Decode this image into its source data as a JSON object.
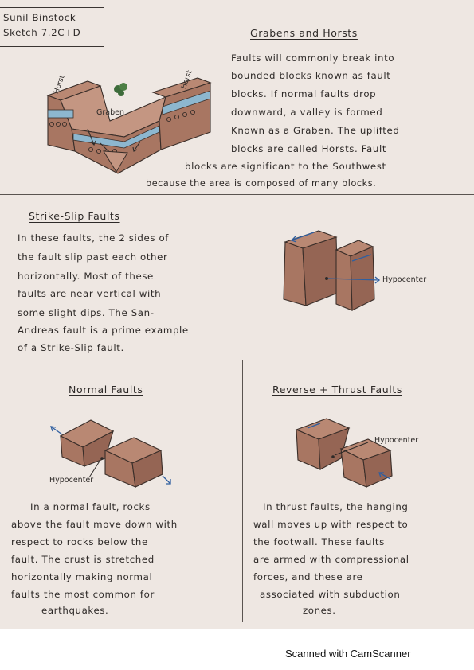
{
  "header": {
    "name": "Sunil Binstock",
    "sketch": "Sketch 7.2C+D"
  },
  "grabens": {
    "title": "Grabens and Horsts",
    "lines": [
      "Faults will commonly break into",
      "bounded blocks known as fault",
      "blocks. If normal faults drop",
      "downward, a valley is formed",
      "Known as a Graben. The uplifted",
      "blocks are called Horsts. Fault",
      "blocks are significant to the Southwest",
      "because the area is composed of many blocks."
    ],
    "labels": {
      "horst_left": "Horst",
      "horst_right": "Horst",
      "graben": "Graben"
    }
  },
  "strike_slip": {
    "title": "Strike-Slip Faults",
    "lines": [
      "In these faults, the 2 sides of",
      "the fault slip past each other",
      "horizontally. Most of these",
      "faults are near vertical with",
      "some slight dips. The San-",
      "Andreas fault is a prime example",
      "of a Strike-Slip fault."
    ],
    "label_hypocenter": "Hypocenter"
  },
  "normal": {
    "title": "Normal Faults",
    "lines": [
      "In a normal fault, rocks",
      "above the fault move down with",
      "respect to rocks below the",
      "fault. The crust is stretched",
      "horizontally making normal",
      "faults the most common for",
      "earthquakes."
    ],
    "label_hypocenter": "Hypocenter"
  },
  "reverse": {
    "title": "Reverse + Thrust Faults",
    "lines": [
      "In thrust faults, the hanging",
      "wall moves up with respect to",
      "the footwall. These faults",
      "are armed with compressional",
      "forces, and these are",
      "associated with subduction",
      "zones."
    ],
    "label_hypocenter": "Hypocenter"
  },
  "footer": {
    "watermark": "Scanned with CamScanner"
  },
  "colors": {
    "paper": "#eee7e2",
    "ink": "#2e2a28",
    "rock": "#a87662",
    "rock_dark": "#7e5444",
    "water": "#8db7cf"
  }
}
